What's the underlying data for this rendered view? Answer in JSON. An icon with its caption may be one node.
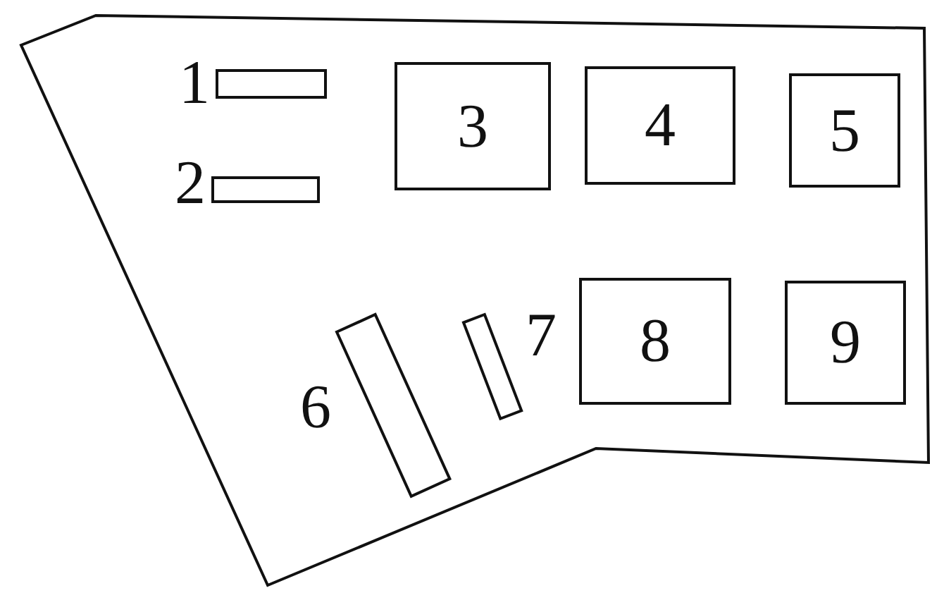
{
  "diagram": {
    "nodes": [
      {
        "text": [],
        "shape": "polygon"
      },
      {
        "text": [],
        "shape": "bar",
        "beside": [
          "1"
        ],
        "in": 0
      },
      {
        "text": [],
        "shape": "bar",
        "beside": [
          "2"
        ],
        "in": 0
      },
      {
        "text": [
          "3"
        ],
        "in": 0
      },
      {
        "text": [
          "4"
        ],
        "in": 0
      },
      {
        "text": [
          "5"
        ],
        "in": 0
      },
      {
        "text": [],
        "shape": "bar",
        "beside": [
          "6"
        ],
        "in": 0
      },
      {
        "text": [],
        "shape": "bar",
        "beside": [
          "7"
        ],
        "in": 0
      },
      {
        "text": [
          "8"
        ],
        "in": 0
      },
      {
        "text": [
          "9"
        ],
        "in": 0
      }
    ]
  }
}
